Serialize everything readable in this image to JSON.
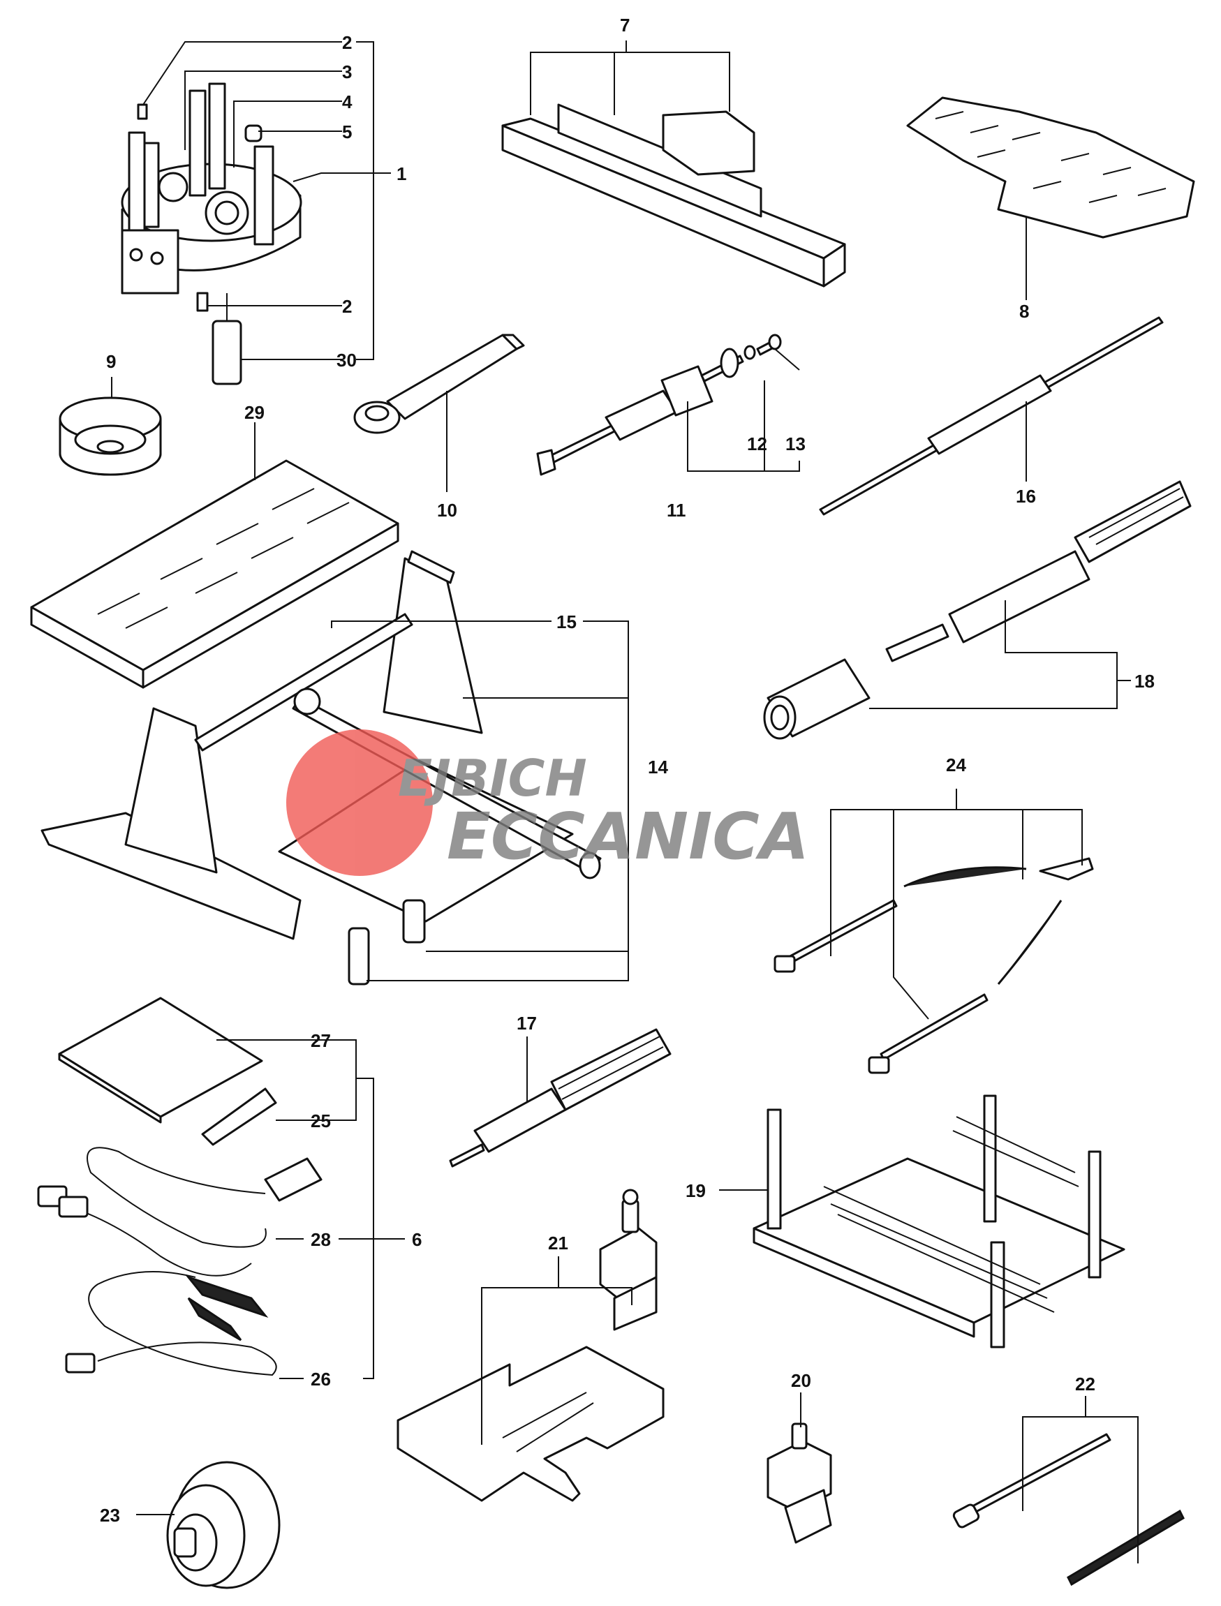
{
  "watermark": {
    "line1": "EJBICH",
    "line2": "ECCANICA",
    "color": "#f05a55"
  },
  "callouts": [
    "2",
    "3",
    "4",
    "5",
    "1",
    "2",
    "30",
    "7",
    "8",
    "9",
    "10",
    "11",
    "12",
    "13",
    "16",
    "29",
    "15",
    "14",
    "18",
    "24",
    "27",
    "25",
    "28",
    "6",
    "26",
    "17",
    "19",
    "21",
    "20",
    "22",
    "23"
  ],
  "colors": {
    "line": "#111111",
    "fill": "#ffffff",
    "watermark_red": "#f05a55",
    "watermark_grey": "#7d7d7d"
  }
}
